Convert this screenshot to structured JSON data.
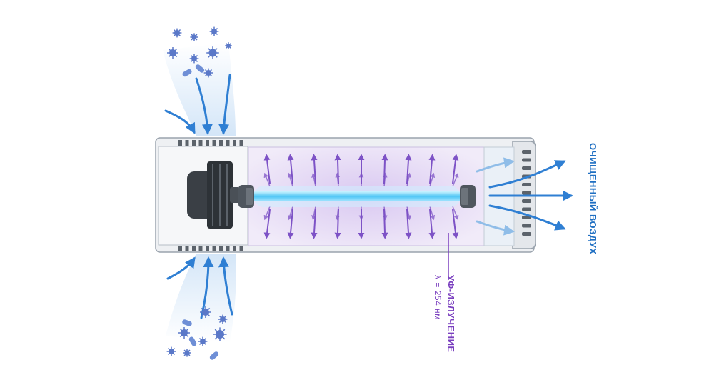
{
  "labels": {
    "clean_air": "ОЧИЩЕННЫЙ ВОЗДУХ",
    "uv_title": "УФ-ИЗЛУЧЕНИЕ",
    "uv_wavelength": "λ = 254 нм"
  },
  "colors": {
    "air_arrow": "#2f7fd3",
    "uv_arrow": "#7d52c6",
    "uv_glow": "#e7dcf4",
    "lamp": "#7fd8ff",
    "housing": "#eef0f3",
    "housing_stroke": "#9aa3ad",
    "fan": "#3a3f45",
    "germ": "#5a78c8",
    "label_blue": "#1f6fc2",
    "label_purple": "#7a3fbf"
  },
  "icons": [
    "fan-icon",
    "uv-lamp-icon",
    "germ-icon",
    "bacteria-icon"
  ]
}
